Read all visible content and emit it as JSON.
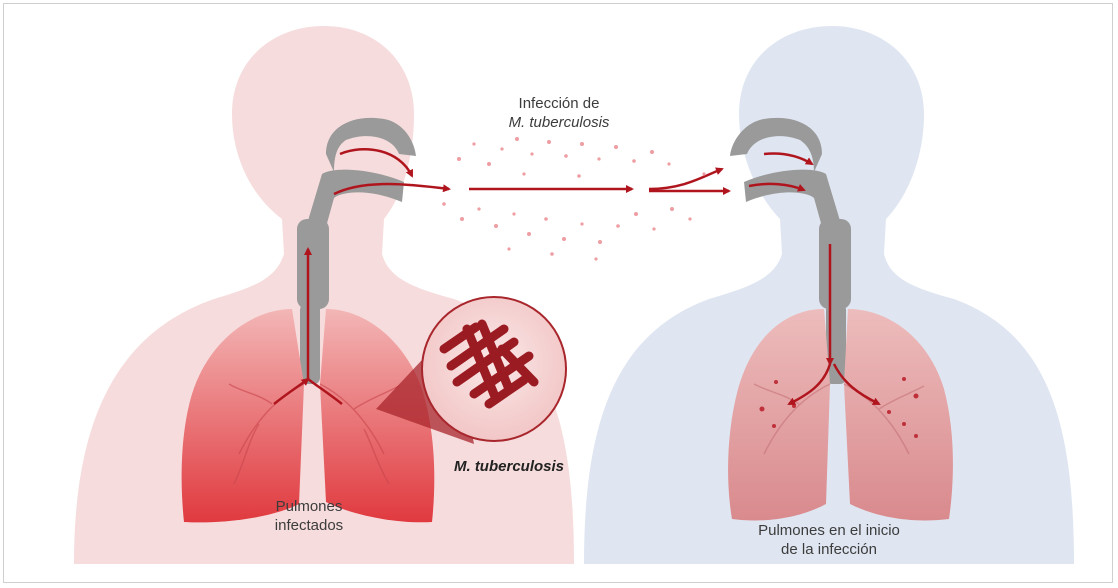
{
  "labels": {
    "transmission_line1": "Infección de",
    "transmission_line2": "M. tuberculosis",
    "infected_line1": "Pulmones",
    "infected_line2": "infectados",
    "early_line1": "Pulmones en el inicio",
    "early_line2": "de la infección",
    "bacteria": "M. tuberculosis"
  },
  "colors": {
    "infected_body": "#f6dcdc",
    "healthy_body": "#dfe6f1",
    "airway": "#9a9a9a",
    "arrow": "#b0151e",
    "lung_infected": "#e14e4e",
    "lung_early": "#e7a7a7",
    "bacteria": "#9b1b22"
  },
  "icons": [
    "red-arrow-icon",
    "bacillus-icon",
    "droplet-icon"
  ]
}
